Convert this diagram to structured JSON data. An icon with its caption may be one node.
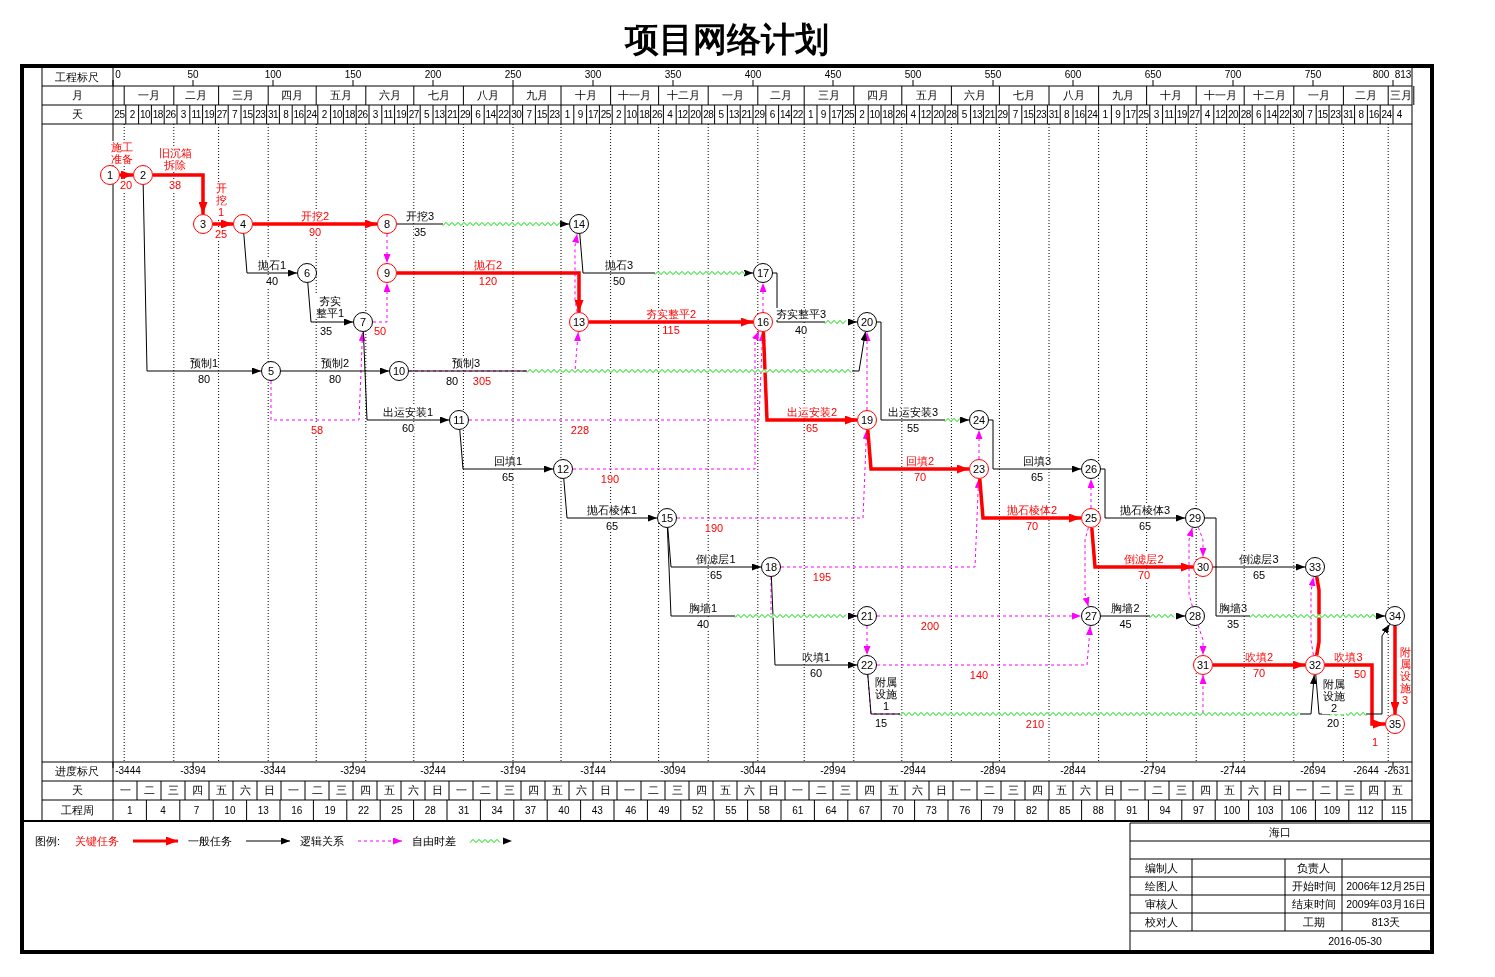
{
  "diagram": {
    "title": "项目网络计划",
    "nodes": [
      {
        "text": [
          "1"
        ]
      },
      {
        "text": [
          "2"
        ]
      },
      {
        "text": [
          "3"
        ]
      },
      {
        "text": [
          "4"
        ]
      },
      {
        "text": [
          "5"
        ]
      },
      {
        "text": [
          "6"
        ]
      },
      {
        "text": [
          "7"
        ]
      },
      {
        "text": [
          "8"
        ]
      },
      {
        "text": [
          "9"
        ]
      },
      {
        "text": [
          "10"
        ]
      },
      {
        "text": [
          "11"
        ]
      },
      {
        "text": [
          "12"
        ]
      },
      {
        "text": [
          "13"
        ]
      },
      {
        "text": [
          "14"
        ]
      },
      {
        "text": [
          "15"
        ]
      },
      {
        "text": [
          "16"
        ]
      },
      {
        "text": [
          "17"
        ]
      },
      {
        "text": [
          "18"
        ]
      },
      {
        "text": [
          "19"
        ]
      },
      {
        "text": [
          "20"
        ]
      },
      {
        "text": [
          "21"
        ]
      },
      {
        "text": [
          "22"
        ]
      },
      {
        "text": [
          "23"
        ]
      },
      {
        "text": [
          "24"
        ]
      },
      {
        "text": [
          "25"
        ]
      },
      {
        "text": [
          "26"
        ]
      },
      {
        "text": [
          "27"
        ]
      },
      {
        "text": [
          "28"
        ]
      },
      {
        "text": [
          "29"
        ]
      },
      {
        "text": [
          "30"
        ]
      },
      {
        "text": [
          "31"
        ]
      },
      {
        "text": [
          "32"
        ]
      },
      {
        "text": [
          "33"
        ]
      },
      {
        "text": [
          "34"
        ]
      },
      {
        "text": [
          "35"
        ]
      }
    ],
    "edges": [
      {
        "from": 0,
        "to": 1,
        "arrow": "to",
        "label": "施工准备",
        "style": "thick",
        "color": "#ff0000"
      },
      {
        "from": 1,
        "to": 2,
        "arrow": "to",
        "label": "旧沉箱拆除",
        "style": "thick",
        "color": "#ff0000"
      },
      {
        "from": 2,
        "to": 3,
        "arrow": "to",
        "label": "开挖1",
        "style": "thick",
        "color": "#ff0000"
      },
      {
        "from": 3,
        "to": 7,
        "arrow": "to",
        "label": "开挖2",
        "style": "thick",
        "color": "#ff0000"
      },
      {
        "from": 7,
        "to": 13,
        "arrow": "to",
        "label": "开挖3",
        "color": "#000000"
      },
      {
        "from": 3,
        "to": 5,
        "arrow": "to",
        "label": "抛石1",
        "color": "#000000"
      },
      {
        "from": 8,
        "to": 12,
        "arrow": "to",
        "label": "抛石2",
        "style": "thick",
        "color": "#ff0000"
      },
      {
        "from": 13,
        "to": 16,
        "arrow": "to",
        "label": "抛石3",
        "color": "#000000"
      },
      {
        "from": 5,
        "to": 6,
        "arrow": "to",
        "label": "夯实整平1",
        "color": "#000000"
      },
      {
        "from": 12,
        "to": 15,
        "arrow": "to",
        "label": "夯实整平2",
        "style": "thick",
        "color": "#ff0000"
      },
      {
        "from": 16,
        "to": 19,
        "arrow": "to",
        "label": "夯实整平3",
        "color": "#000000"
      },
      {
        "from": 1,
        "to": 4,
        "arrow": "to",
        "label": "预制1",
        "color": "#000000"
      },
      {
        "from": 4,
        "to": 9,
        "arrow": "to",
        "label": "预制2",
        "color": "#000000"
      },
      {
        "from": 9,
        "to": 19,
        "arrow": "to",
        "label": "预制3",
        "color": "#000000"
      },
      {
        "from": 6,
        "to": 10,
        "arrow": "to",
        "label": "出运安装1",
        "color": "#000000"
      },
      {
        "from": 15,
        "to": 18,
        "arrow": "to",
        "label": "出运安装2",
        "style": "thick",
        "color": "#ff0000"
      },
      {
        "from": 19,
        "to": 23,
        "arrow": "to",
        "label": "出运安装3",
        "color": "#000000"
      },
      {
        "from": 10,
        "to": 11,
        "arrow": "to",
        "label": "回填1",
        "color": "#000000"
      },
      {
        "from": 18,
        "to": 22,
        "arrow": "to",
        "label": "回填2",
        "style": "thick",
        "color": "#ff0000"
      },
      {
        "from": 23,
        "to": 25,
        "arrow": "to",
        "label": "回填3",
        "color": "#000000"
      },
      {
        "from": 11,
        "to": 14,
        "arrow": "to",
        "label": "抛石棱体1",
        "color": "#000000"
      },
      {
        "from": 22,
        "to": 24,
        "arrow": "to",
        "label": "抛石棱体2",
        "style": "thick",
        "color": "#ff0000"
      },
      {
        "from": 25,
        "to": 28,
        "arrow": "to",
        "label": "抛石棱体3",
        "color": "#000000"
      },
      {
        "from": 14,
        "to": 17,
        "arrow": "to",
        "label": "倒滤层1",
        "color": "#000000"
      },
      {
        "from": 24,
        "to": 29,
        "arrow": "to",
        "label": "倒滤层2",
        "style": "thick",
        "color": "#ff0000"
      },
      {
        "from": 29,
        "to": 32,
        "arrow": "to",
        "label": "倒滤层3",
        "color": "#000000"
      },
      {
        "from": 14,
        "to": 20,
        "arrow": "to",
        "label": "胸墙1",
        "color": "#000000"
      },
      {
        "from": 26,
        "to": 27,
        "arrow": "to",
        "label": "胸墙2",
        "color": "#000000"
      },
      {
        "from": 28,
        "to": 33,
        "arrow": "to",
        "label": "胸墙3",
        "color": "#000000"
      },
      {
        "from": 17,
        "to": 21,
        "arrow": "to",
        "label": "吹填1",
        "color": "#000000"
      },
      {
        "from": 30,
        "to": 31,
        "arrow": "to",
        "label": "吹填2",
        "style": "thick",
        "color": "#ff0000"
      },
      {
        "from": 31,
        "to": 34,
        "arrow": "to",
        "label": "吹填3",
        "style": "thick",
        "color": "#ff0000"
      },
      {
        "from": 21,
        "to": 31,
        "arrow": "to",
        "label": "附属设施1",
        "color": "#000000"
      },
      {
        "from": 31,
        "to": 33,
        "arrow": "to",
        "label": "附属设施2",
        "color": "#000000"
      },
      {
        "from": 33,
        "to": 34,
        "arrow": "to",
        "label": "附属设施3",
        "style": "thick",
        "color": "#ff0000"
      },
      {
        "from": 32,
        "to": 31,
        "arrow": "none",
        "style": "thick",
        "color": "#ff0000"
      },
      {
        "from": 7,
        "to": 8,
        "arrow": "to",
        "style": "dashed",
        "color": "#ff00ff"
      },
      {
        "from": 6,
        "to": 8,
        "arrow": "to",
        "style": "dashed",
        "color": "#ff00ff"
      },
      {
        "from": 4,
        "to": 6,
        "arrow": "to",
        "style": "dashed",
        "color": "#ff00ff"
      },
      {
        "from": 9,
        "to": 12,
        "arrow": "to",
        "style": "dashed",
        "color": "#ff00ff"
      },
      {
        "from": 12,
        "to": 13,
        "arrow": "to",
        "style": "dashed",
        "color": "#ff00ff"
      },
      {
        "from": 10,
        "to": 15,
        "arrow": "to",
        "style": "dashed",
        "color": "#ff00ff"
      },
      {
        "from": 11,
        "to": 15,
        "arrow": "to",
        "style": "dashed",
        "color": "#ff00ff"
      },
      {
        "from": 15,
        "to": 16,
        "arrow": "to",
        "style": "dashed",
        "color": "#ff00ff"
      },
      {
        "from": 14,
        "to": 18,
        "arrow": "to",
        "style": "dashed",
        "color": "#ff00ff"
      },
      {
        "from": 17,
        "to": 22,
        "arrow": "to",
        "style": "dashed",
        "color": "#ff00ff"
      },
      {
        "from": 17,
        "to": 20,
        "arrow": "to",
        "style": "dashed",
        "color": "#ff00ff"
      },
      {
        "from": 18,
        "to": 19,
        "arrow": "to",
        "style": "dashed",
        "color": "#ff00ff"
      },
      {
        "from": 20,
        "to": 21,
        "arrow": "to",
        "style": "dashed",
        "color": "#ff00ff"
      },
      {
        "from": 20,
        "to": 26,
        "arrow": "to",
        "style": "dashed",
        "color": "#ff00ff"
      },
      {
        "from": 21,
        "to": 26,
        "arrow": "to",
        "style": "dashed",
        "color": "#ff00ff"
      },
      {
        "from": 22,
        "to": 23,
        "arrow": "to",
        "style": "dashed",
        "color": "#ff00ff"
      },
      {
        "from": 24,
        "to": 25,
        "arrow": "to",
        "style": "dashed",
        "color": "#ff00ff"
      },
      {
        "from": 24,
        "to": 26,
        "arrow": "to",
        "style": "dashed",
        "color": "#ff00ff"
      },
      {
        "from": 27,
        "to": 28,
        "arrow": "to",
        "style": "dashed",
        "color": "#ff00ff"
      },
      {
        "from": 28,
        "to": 29,
        "arrow": "to",
        "style": "dashed",
        "color": "#ff00ff"
      },
      {
        "from": 27,
        "to": 30,
        "arrow": "to",
        "style": "dashed",
        "color": "#ff00ff"
      },
      {
        "from": 31,
        "to": 32,
        "arrow": "to",
        "style": "dashed",
        "color": "#ff00ff"
      },
      {
        "from": 21,
        "to": 30,
        "arrow": "to",
        "style": "dashed",
        "color": "#ff00ff"
      }
    ],
    "labels": [
      "工程标尺",
      "0",
      "50",
      "100",
      "150",
      "200",
      "250",
      "300",
      "350",
      "400",
      "450",
      "500",
      "550",
      "600",
      "650",
      "700",
      "750",
      "800",
      "813",
      "月",
      "一月",
      "二月",
      "三月",
      "四月",
      "五月",
      "六月",
      "七月",
      "八月",
      "九月",
      "十月",
      "十一月",
      "十二月",
      "一月",
      "二月",
      "三月",
      "四月",
      "五月",
      "六月",
      "七月",
      "八月",
      "九月",
      "十月",
      "十一月",
      "十二月",
      "一月",
      "二月",
      "三月",
      "天",
      "25",
      "2",
      "10",
      "18",
      "26",
      "3",
      "11",
      "19",
      "27",
      "7",
      "15",
      "23",
      "31",
      "8",
      "16",
      "24",
      "2",
      "10",
      "18",
      "26",
      "3",
      "11",
      "19",
      "27",
      "5",
      "13",
      "21",
      "29",
      "6",
      "14",
      "22",
      "30",
      "7",
      "15",
      "23",
      "1",
      "9",
      "17",
      "25",
      "2",
      "10",
      "18",
      "26",
      "4",
      "12",
      "20",
      "28",
      "5",
      "13",
      "21",
      "29",
      "6",
      "14",
      "22",
      "1",
      "9",
      "17",
      "25",
      "2",
      "10",
      "18",
      "26",
      "4",
      "12",
      "20",
      "28",
      "5",
      "13",
      "21",
      "29",
      "7",
      "15",
      "23",
      "31",
      "8",
      "16",
      "24",
      "1",
      "9",
      "17",
      "25",
      "3",
      "11",
      "19",
      "27",
      "4",
      "12",
      "20",
      "28",
      "6",
      "14",
      "22",
      "30",
      "7",
      "15",
      "23",
      "31",
      "8",
      "16",
      "24",
      "4",
      "20",
      "38",
      "25",
      "90",
      "35",
      "40",
      "120",
      "50",
      "35",
      "115",
      "40",
      "80",
      "80",
      "80",
      "60",
      "65",
      "55",
      "65",
      "70",
      "65",
      "65",
      "70",
      "65",
      "65",
      "70",
      "65",
      "40",
      "45",
      "35",
      "60",
      "70",
      "50",
      "15",
      "20",
      "1",
      "50",
      "58",
      "305",
      "228",
      "190",
      "190",
      "195",
      "200",
      "140",
      "210",
      "进度标尺",
      "-3444",
      "-3394",
      "-3344",
      "-3294",
      "-3244",
      "-3194",
      "-3144",
      "-3094",
      "-3044",
      "-2994",
      "-2944",
      "-2894",
      "-2844",
      "-2794",
      "-2744",
      "-2694",
      "-2644",
      "-2631",
      "天",
      "一",
      "二",
      "三",
      "四",
      "五",
      "六",
      "日",
      "一",
      "二",
      "三",
      "四",
      "五",
      "六",
      "日",
      "一",
      "二",
      "三",
      "四",
      "五",
      "六",
      "日",
      "一",
      "二",
      "三",
      "四",
      "五",
      "六",
      "日",
      "一",
      "二",
      "三",
      "四",
      "五",
      "六",
      "日",
      "一",
      "二",
      "三",
      "四",
      "五",
      "六",
      "日",
      "一",
      "二",
      "三",
      "四",
      "五",
      "六",
      "日",
      "一",
      "二",
      "三",
      "四",
      "五",
      "工程周",
      "1",
      "4",
      "7",
      "10",
      "13",
      "16",
      "19",
      "22",
      "25",
      "28",
      "31",
      "34",
      "37",
      "40",
      "43",
      "46",
      "49",
      "52",
      "55",
      "58",
      "61",
      "64",
      "67",
      "70",
      "73",
      "76",
      "79",
      "82",
      "85",
      "88",
      "91",
      "94",
      "97",
      "100",
      "103",
      "106",
      "109",
      "112",
      "115",
      "图例:",
      "海口",
      "编制人",
      "负责人",
      "绘图人",
      "开始时间",
      "2006年12月25日",
      "审核人",
      "结束时间",
      "2009年03月16日",
      "校对人",
      "工期",
      "813天",
      "2016-05-30"
    ],
    "legend": [
      {
        "text": "关键任务"
      },
      {
        "text": "一般任务"
      },
      {
        "text": "逻辑关系"
      },
      {
        "text": "自由时差"
      }
    ]
  }
}
